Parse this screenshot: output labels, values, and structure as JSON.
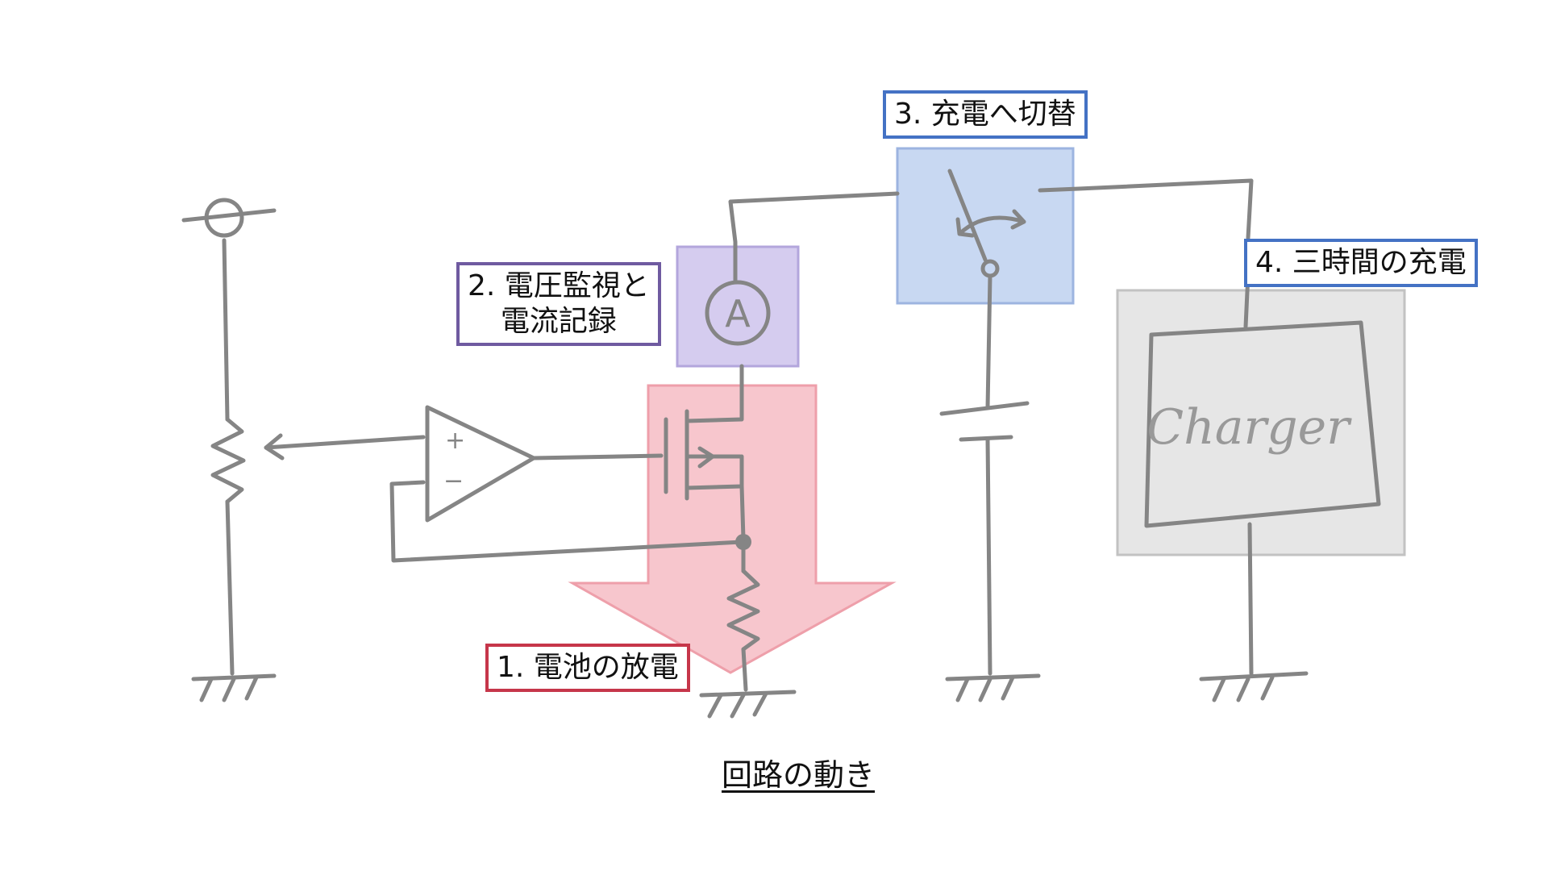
{
  "labels": {
    "step1": {
      "text": "1. 電池の放電",
      "color": "#c6364a"
    },
    "step2": {
      "line1": "2. 電圧監視と",
      "line2": "電流記録",
      "color": "#6f5aa0"
    },
    "step3": {
      "text": "3. 充電へ切替",
      "color": "#4472c4"
    },
    "step4": {
      "text": "4. 三時間の充電",
      "color": "#4472c4"
    }
  },
  "components": {
    "ammeter_symbol": "A",
    "charger_label": "Charger",
    "opamp_plus": "+",
    "opamp_minus": "−"
  },
  "caption": "回路の動き",
  "colors": {
    "wire": "#858585",
    "discharge_arrow": "#f7c4cc",
    "monitor_highlight": "#d5ccef",
    "switch_highlight": "#c8d8f2",
    "charger_highlight": "#e5e5e5"
  }
}
